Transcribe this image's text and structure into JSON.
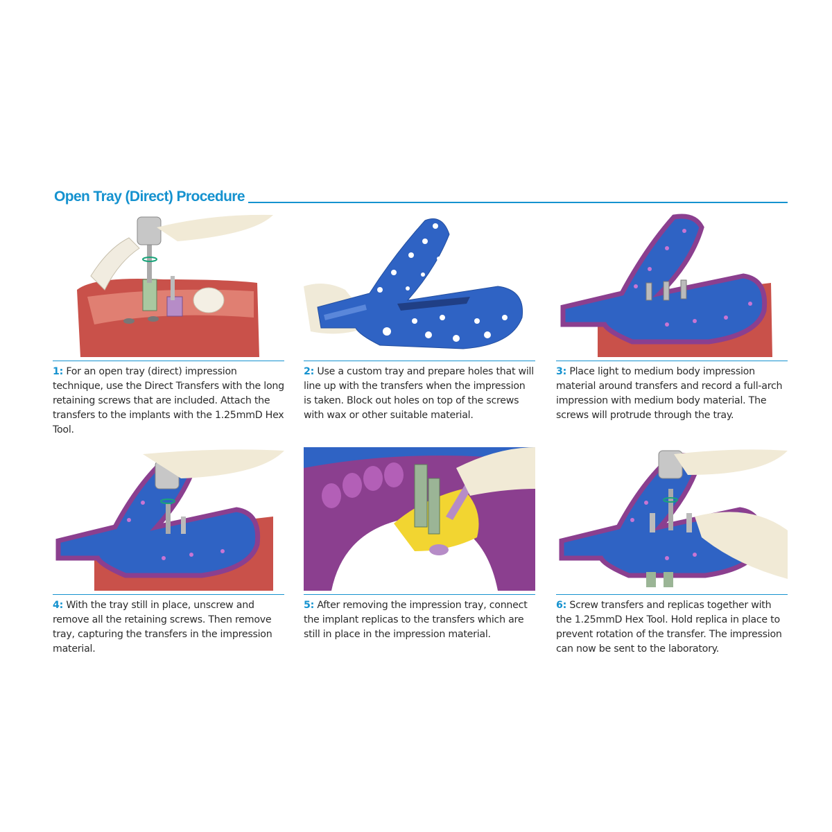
{
  "title": "Open Tray (Direct) Procedure",
  "colors": {
    "accent": "#1592cf",
    "tray": "#2f63c4",
    "gum": "#c9514a",
    "impression": "#8b3f8f",
    "yellow": "#f2d531"
  },
  "steps": [
    {
      "num": "1:",
      "text": "For an open tray (direct) impression technique, use the Direct Transfers with the long retaining screws that are included. Attach the transfers to the implants with the 1.25mmD Hex Tool."
    },
    {
      "num": "2:",
      "text": "Use a custom tray and prepare holes that will line up with the transfers when the impression is taken. Block out holes on top of the screws with wax or other suitable material."
    },
    {
      "num": "3:",
      "text": "Place light to medium body impression material around transfers and record a full-arch impression with medium body material. The screws will protrude through the tray."
    },
    {
      "num": "4:",
      "text": "With the tray still in place, unscrew and remove all the retaining screws. Then remove tray, capturing the transfers in the impression material."
    },
    {
      "num": "5:",
      "text": "After removing the impression tray, connect the implant replicas to the transfers which are still in place in the impression material."
    },
    {
      "num": "6:",
      "text": "Screw transfers and replicas together with the 1.25mmD Hex Tool. Hold replica in place to prevent rotation of the transfer. The impression can now be sent to the laboratory."
    }
  ]
}
